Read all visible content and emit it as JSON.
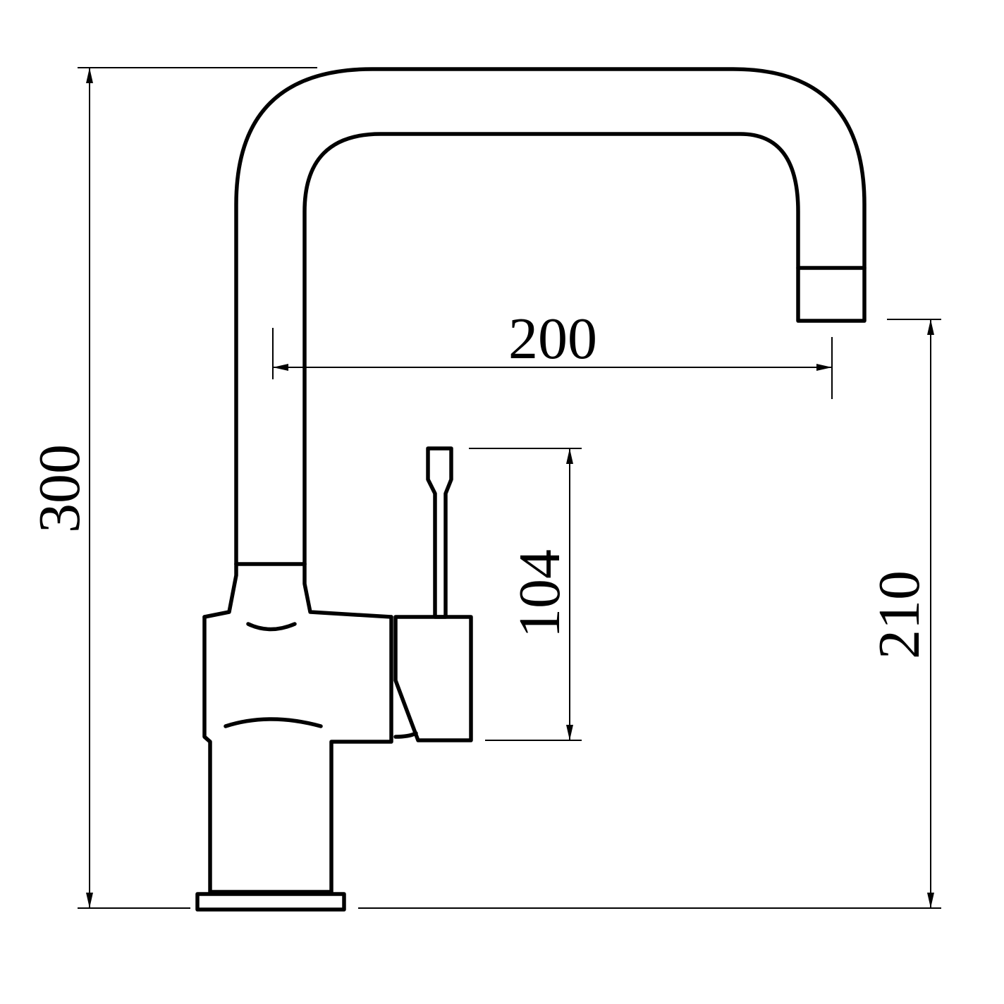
{
  "drawing": {
    "type": "faucet technical side-view drawing",
    "dimensions": {
      "total_height": "300",
      "spout_reach": "200",
      "handle_height": "104",
      "spout_height": "210"
    }
  }
}
